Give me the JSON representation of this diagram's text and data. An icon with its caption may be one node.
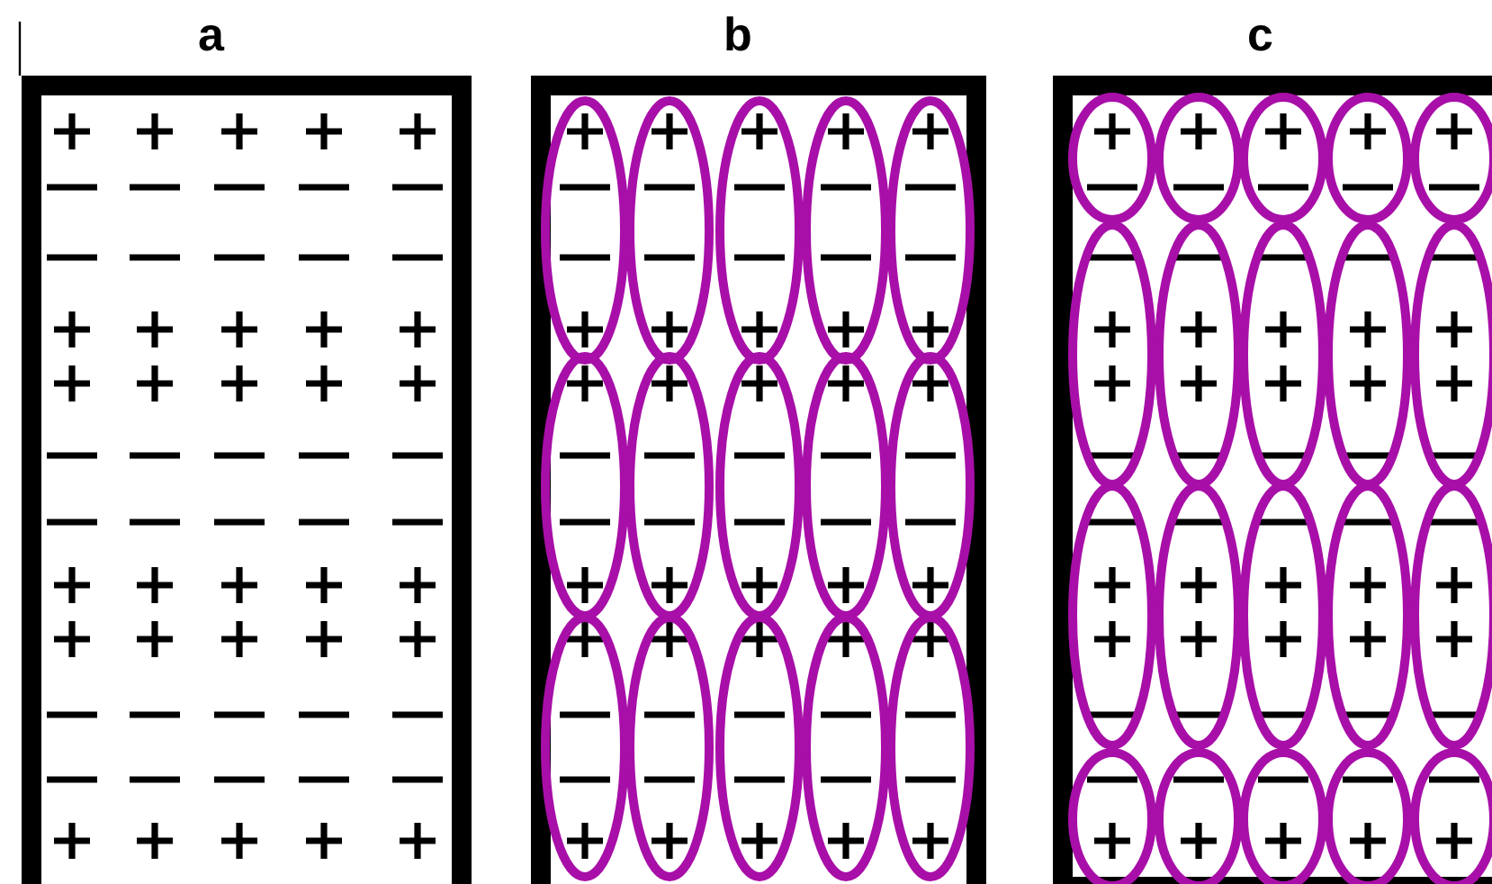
{
  "diagram": {
    "nodes": [
      {
        "text": [
          "a"
        ]
      },
      {
        "text": [
          "b"
        ]
      },
      {
        "text": [
          "c"
        ]
      }
    ]
  }
}
